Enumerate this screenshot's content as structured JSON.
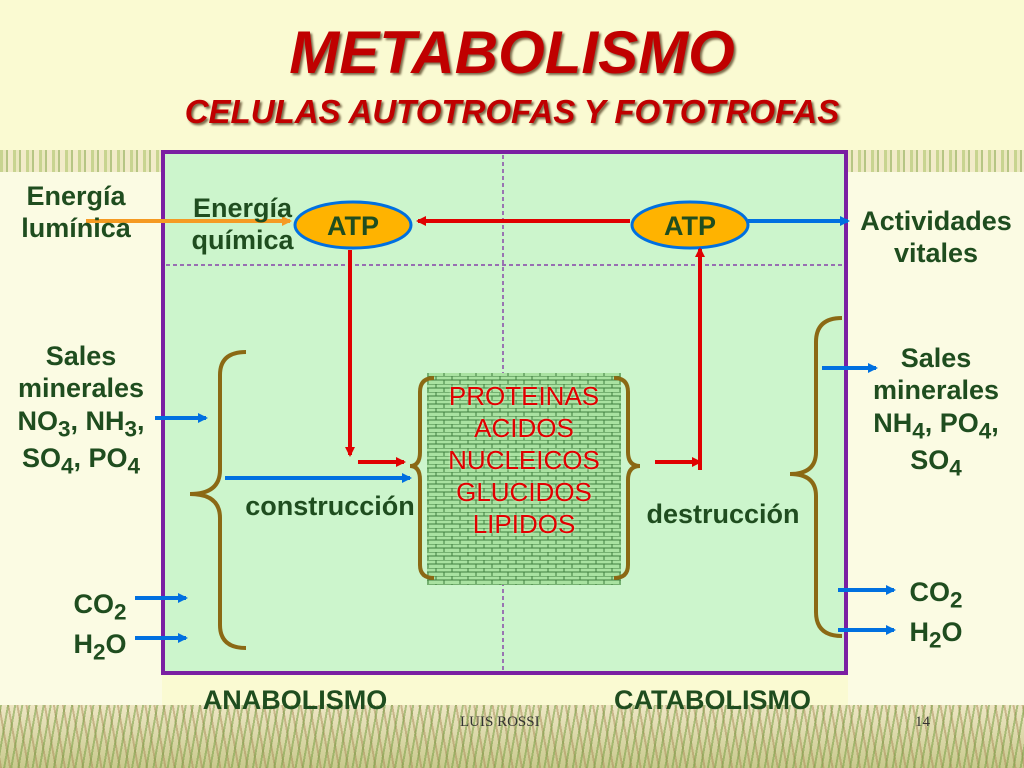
{
  "title": "METABOLISMO",
  "subtitle": "CELULAS AUTOTROFAS Y FOTOTROFAS",
  "left": {
    "energy_light": [
      "Energía",
      "lumínica"
    ],
    "salts_title": [
      "Sales",
      "minerales"
    ],
    "salts_line1": {
      "a": "NO",
      "a_sub": "3",
      "b": ", NH",
      "b_sub": "3",
      "c": ","
    },
    "salts_line2": {
      "a": "SO",
      "a_sub": "4",
      "b": ", PO",
      "b_sub": "4"
    },
    "co2": {
      "a": "CO",
      "sub": "2"
    },
    "h2o": {
      "a": "H",
      "sub": "2",
      "b": "O"
    }
  },
  "center": {
    "energy_chemical": [
      "Energía",
      "química"
    ],
    "atp_left": "ATP",
    "atp_right": "ATP",
    "construction": "construcción",
    "destruction": "destrucción",
    "molecules": [
      "PROTEINAS",
      "ACIDOS",
      "NUCLEICOS",
      "GLUCIDOS",
      "LIPIDOS"
    ]
  },
  "right": {
    "vital": [
      "Actividades",
      "vitales"
    ],
    "salts_title": [
      "Sales",
      "minerales"
    ],
    "salts_line1": {
      "a": "NH",
      "a_sub": "4",
      "b": ", PO",
      "b_sub": "4",
      "c": ","
    },
    "salts_line2": {
      "a": "SO",
      "a_sub": "4"
    },
    "co2": {
      "a": "CO",
      "sub": "2"
    },
    "h2o": {
      "a": "H",
      "sub": "2",
      "b": "O"
    }
  },
  "bottom": {
    "anabolism": "ANABOLISMO",
    "catabolism": "CATABOLISMO"
  },
  "footer": {
    "author": "LUIS ROSSI",
    "page": "14"
  },
  "colors": {
    "title": "#c00000",
    "label": "#1f4d1f",
    "box_fill": "#ccf5cc",
    "box_border": "#7a1fa2",
    "atp_fill": "#ffb300",
    "red_arrow": "#e00000",
    "blue_arrow": "#0070e0",
    "orange_arrow": "#f59a23",
    "brace": "#8b6914",
    "molecules_text": "#e00000"
  }
}
